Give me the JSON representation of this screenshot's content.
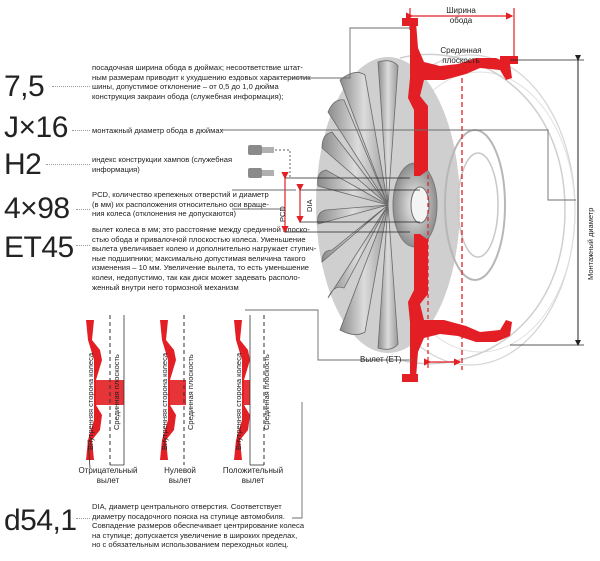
{
  "codes": [
    {
      "code": "7,5",
      "desc": "посадочная ширина обода в дюймах; несоответствие штат-\nным размерам приводит к ухудшению ездовых характеристик\nшины, допустимое отклонение – от 0,5 до 1,0 дюйма\nконструкция закраин обода (служебная информация);"
    },
    {
      "code": "J×16",
      "desc": "монтажный диаметр обода в дюймах"
    },
    {
      "code": "H2",
      "desc": "индекс конструкции хампов (служебная\nинформация)"
    },
    {
      "code": "4×98",
      "desc": "PCD, количество крепежных отверстий и диаметр\n(в мм) их расположения относительно оси враще-\nния колеса (отклонения не допускаются)"
    },
    {
      "code": "ET45",
      "desc": "вылет колеса в мм; это расстояние между срединной плоско-\nстью обода и привалочной плоскостью колеса. Уменьшение\nвылета увеличивает колею и дополнительно нагружает ступич-\nные подшипники; максимально допустимая величина такого\nизменения – 10 мм. Увеличение вылета, то есть уменьшение\nколеи, недопустимо, так как диск может задевать располо-\nженный внутри него тормозной механизм"
    },
    {
      "code": "d54,1",
      "desc": "DIA, диаметр центрального отверстия. Соответствует\nдиаметру посадочного пояска на ступице автомобиля.\nСовпадение размеров обеспечивает центрирование колеса\nна ступице; допускается увеличение в широких пределах,\nно с обязательным использованием переходных колец."
    }
  ],
  "wheel_labels": {
    "rim_width": "Ширина\nобода",
    "mid_plane": "Срединная\nплоскость",
    "mount_diameter": "Монтажный диаметр",
    "pcd": "PCD",
    "dia": "DIA",
    "offset": "Вылет (ET)"
  },
  "profiles": [
    {
      "caption": "Отрицательный\nвылет",
      "inner_label": "Внутренняя сторона колеса",
      "mid_label": "Срединная плоскость"
    },
    {
      "caption": "Нулевой\nвылет",
      "inner_label": "Внутренняя сторона колеса",
      "mid_label": "Срединная плоскость"
    },
    {
      "caption": "Положительный\nвылет",
      "inner_label": "Внутренняя сторона колеса",
      "mid_label": "Срединная плоскость"
    }
  ],
  "colors": {
    "accent": "#e31e24",
    "text": "#222222",
    "rim_gray": "#bdbdbd",
    "dark_gray": "#6e6e6e"
  }
}
